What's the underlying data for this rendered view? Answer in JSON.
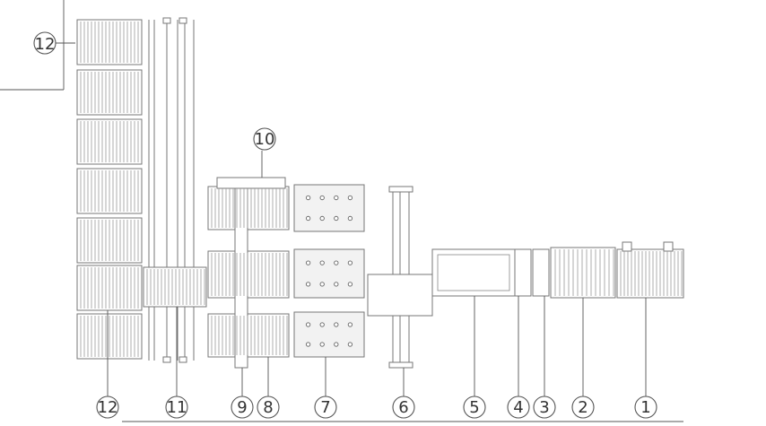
{
  "corner_note": "12",
  "callouts": [
    "12",
    "11",
    "9",
    "8",
    "7",
    "6",
    "5",
    "4",
    "3",
    "2",
    "1"
  ],
  "top_callout": "10"
}
